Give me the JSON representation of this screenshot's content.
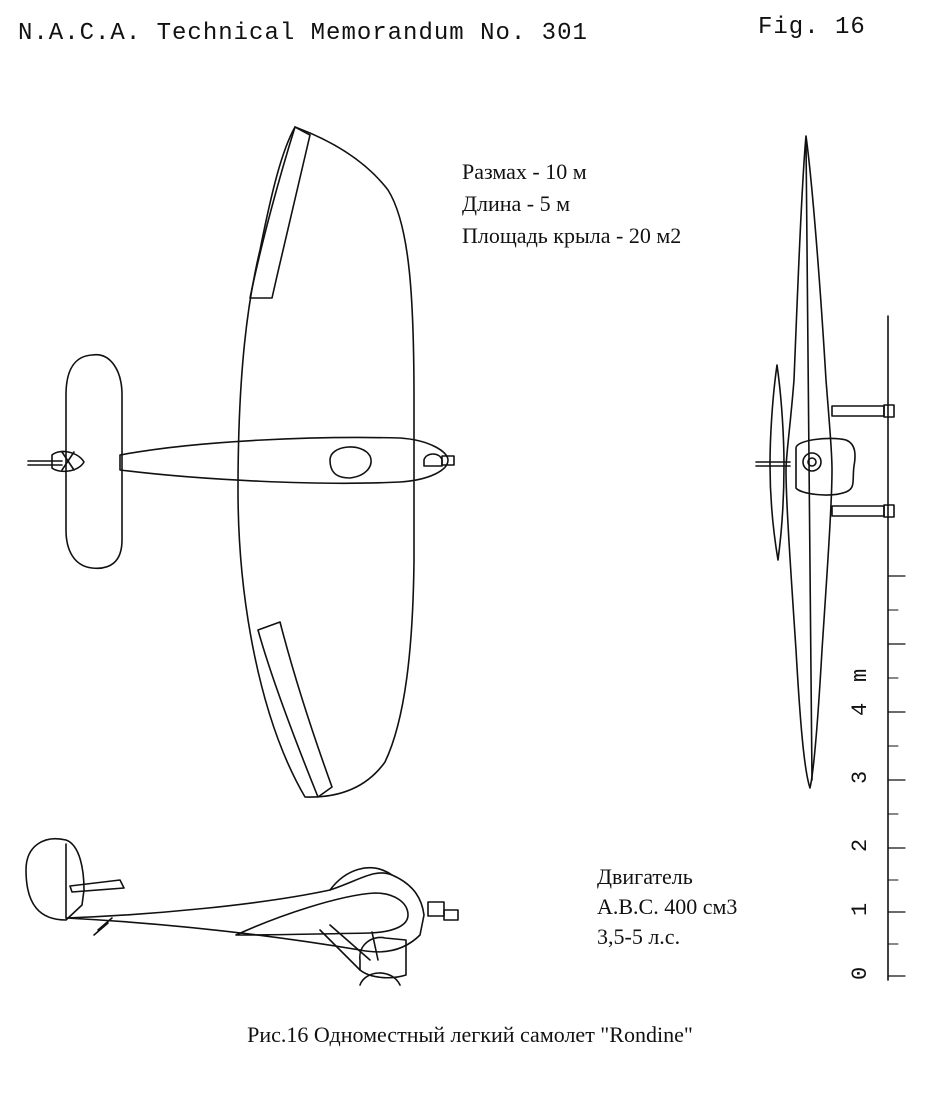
{
  "header": {
    "memo_title": "N.A.C.A. Technical Memorandum No. 301",
    "figure_label": "Fig. 16"
  },
  "specs": [
    "Размах - 10 м",
    "Длина - 5 м",
    "Площадь крыла - 20 м2"
  ],
  "engine": [
    "Двигатель",
    "A.B.C. 400 см3",
    "3,5-5 л.с."
  ],
  "scale": {
    "ticks": [
      "0",
      "1",
      "2",
      "3",
      "4"
    ],
    "unit": "m"
  },
  "caption": "Рис.16 Одноместный легкий самолет \"Rondine\""
}
